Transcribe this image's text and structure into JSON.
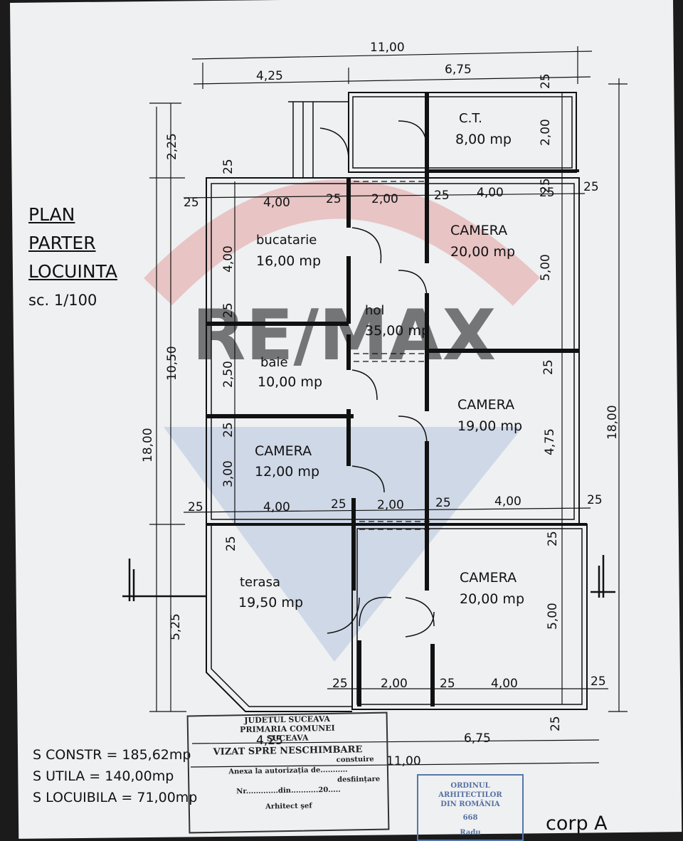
{
  "title": {
    "line1": "PLAN",
    "line2": "PARTER",
    "line3": "LOCUINTA",
    "scale": "sc. 1/100"
  },
  "rooms": [
    {
      "name": "C.T.",
      "area": "8,00 mp"
    },
    {
      "name": "bucatarie",
      "area": "16,00 mp"
    },
    {
      "name": "CAMERA",
      "area": "20,00 mp"
    },
    {
      "name": "hol",
      "area": "35,00 mp"
    },
    {
      "name": "baie",
      "area": "10,00 mp"
    },
    {
      "name": "CAMERA",
      "area": "19,00 mp"
    },
    {
      "name": "CAMERA",
      "area": "12,00 mp"
    },
    {
      "name": "terasa",
      "area": "19,50 mp"
    },
    {
      "name": "CAMERA",
      "area": "20,00 mp"
    }
  ],
  "dims": {
    "total_width": "11,00",
    "left_width": "4,25",
    "right_width": "6,75",
    "total_height": "18,00",
    "h_225": "2,25",
    "h_1050": "10,50",
    "h_525": "5,25",
    "wall": "25",
    "d_400": "4,00",
    "d_200": "2,00",
    "d_250": "2,50",
    "d_300": "3,00",
    "d_500": "5,00",
    "d_475": "4,75",
    "d_500b": "5,00",
    "d_200v": "2,00",
    "bottom_total": "11,00",
    "bottom_left": "4,25",
    "bottom_right": "6,75"
  },
  "areas": {
    "constr": "S CONSTR = 185,62mp",
    "utila": "S UTILA = 140,00mp",
    "locuibila": "S LOCUIBILA = 71,00mp"
  },
  "stamp": {
    "line1": "JUDETUL SUCEAVA",
    "line2": "PRIMARIA COMUNEI",
    "line3": "SUCEAVA",
    "line4": "VIZAT SPRE NESCHIMBARE",
    "line5": "constuire",
    "line6": "Anexa la autorizația de...........",
    "line7": "desființare",
    "line8": "Nr.............din...........20.....",
    "line9": "Arhitect şef"
  },
  "stamp2": {
    "line1": "ORDINUL ARHITECTILOR",
    "line2": "DIN ROMÂNIA",
    "line3": "668",
    "line4": "Radu"
  },
  "corp": "corp A",
  "watermark": "RE/MAX",
  "colors": {
    "paper": "#eef0f2",
    "ink": "#111111",
    "watermark_red": "#e3a0a0",
    "watermark_blue": "#9fb2d6"
  }
}
